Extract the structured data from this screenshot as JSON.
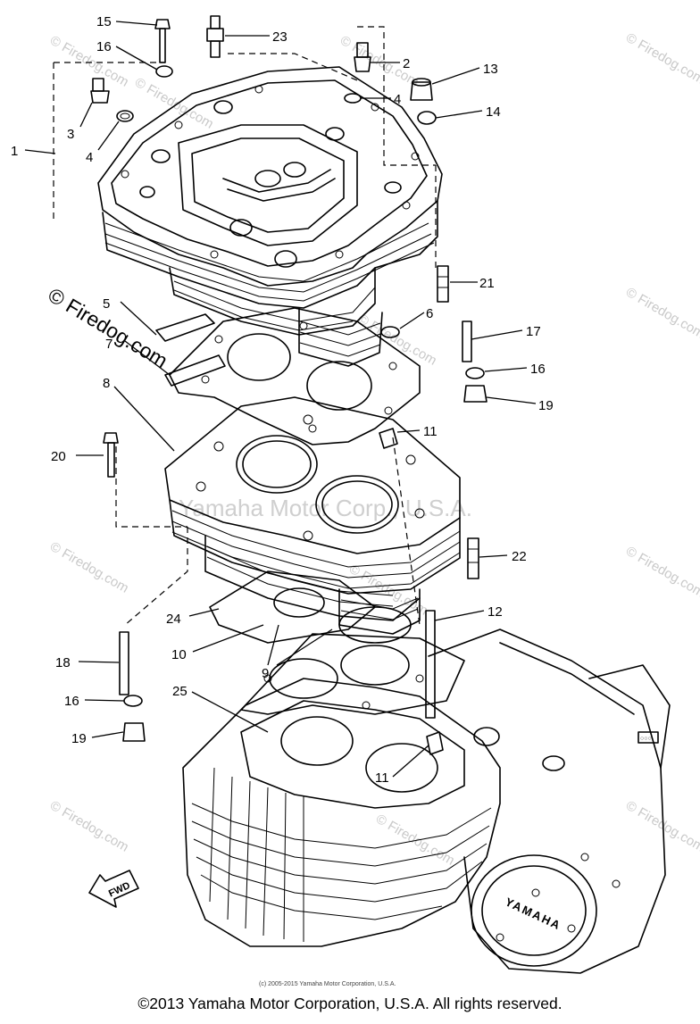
{
  "diagram": {
    "part_numbers": [
      "15",
      "16",
      "23",
      "2",
      "13",
      "4",
      "14",
      "3",
      "4",
      "1",
      "21",
      "5",
      "6",
      "17",
      "7",
      "16",
      "19",
      "8",
      "11",
      "20",
      "22",
      "24",
      "12",
      "10",
      "9",
      "18",
      "16",
      "19",
      "25",
      "11"
    ],
    "watermark_text": "Firedog.com",
    "watermark_copyright_symbol": "©",
    "watermark_center": "Yamaha Motor Corp., U.S.A.",
    "fwd_label": "FWD",
    "brand_text": "YAMAHA",
    "inner_copyright": "(c) 2005-2015 Yamaha Motor Corporation, U.S.A."
  },
  "footer": {
    "copyright": "©2013 Yamaha Motor Corporation, U.S.A. All rights reserved."
  }
}
